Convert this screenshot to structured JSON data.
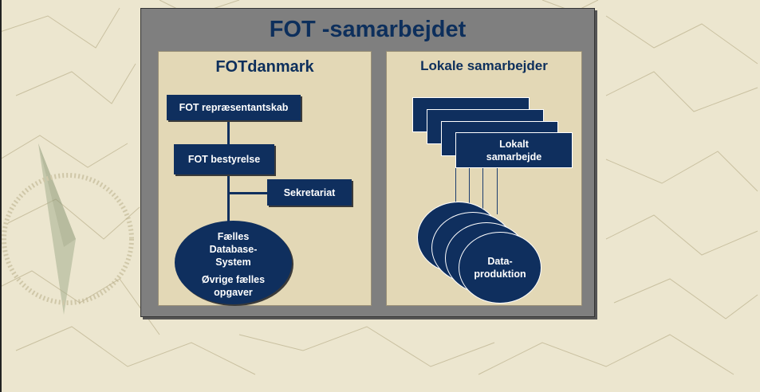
{
  "slide": {
    "title": "FOT -samarbejdet",
    "left": {
      "heading": "FOTdanmark",
      "nodes": {
        "representantskab": "FOT repræsentantskab",
        "bestyrelse": "FOT bestyrelse",
        "sekretariat": "Sekretariat"
      },
      "ellipse": {
        "line1": "Fælles",
        "line2": "Database-",
        "line3": "System",
        "line4": "Øvrige fælles",
        "line5": "opgaver"
      }
    },
    "right": {
      "heading": "Lokale samarbejder",
      "rect_label_1": "Lokalt",
      "rect_label_2": "samarbejde",
      "ellipse_label_1": "Data-",
      "ellipse_label_2": "produktion"
    }
  },
  "colors": {
    "navy": "#0f2f5e",
    "panel_gray": "#7f7f7f",
    "beige": "#e3d8b6",
    "background": "#ece6cf"
  }
}
